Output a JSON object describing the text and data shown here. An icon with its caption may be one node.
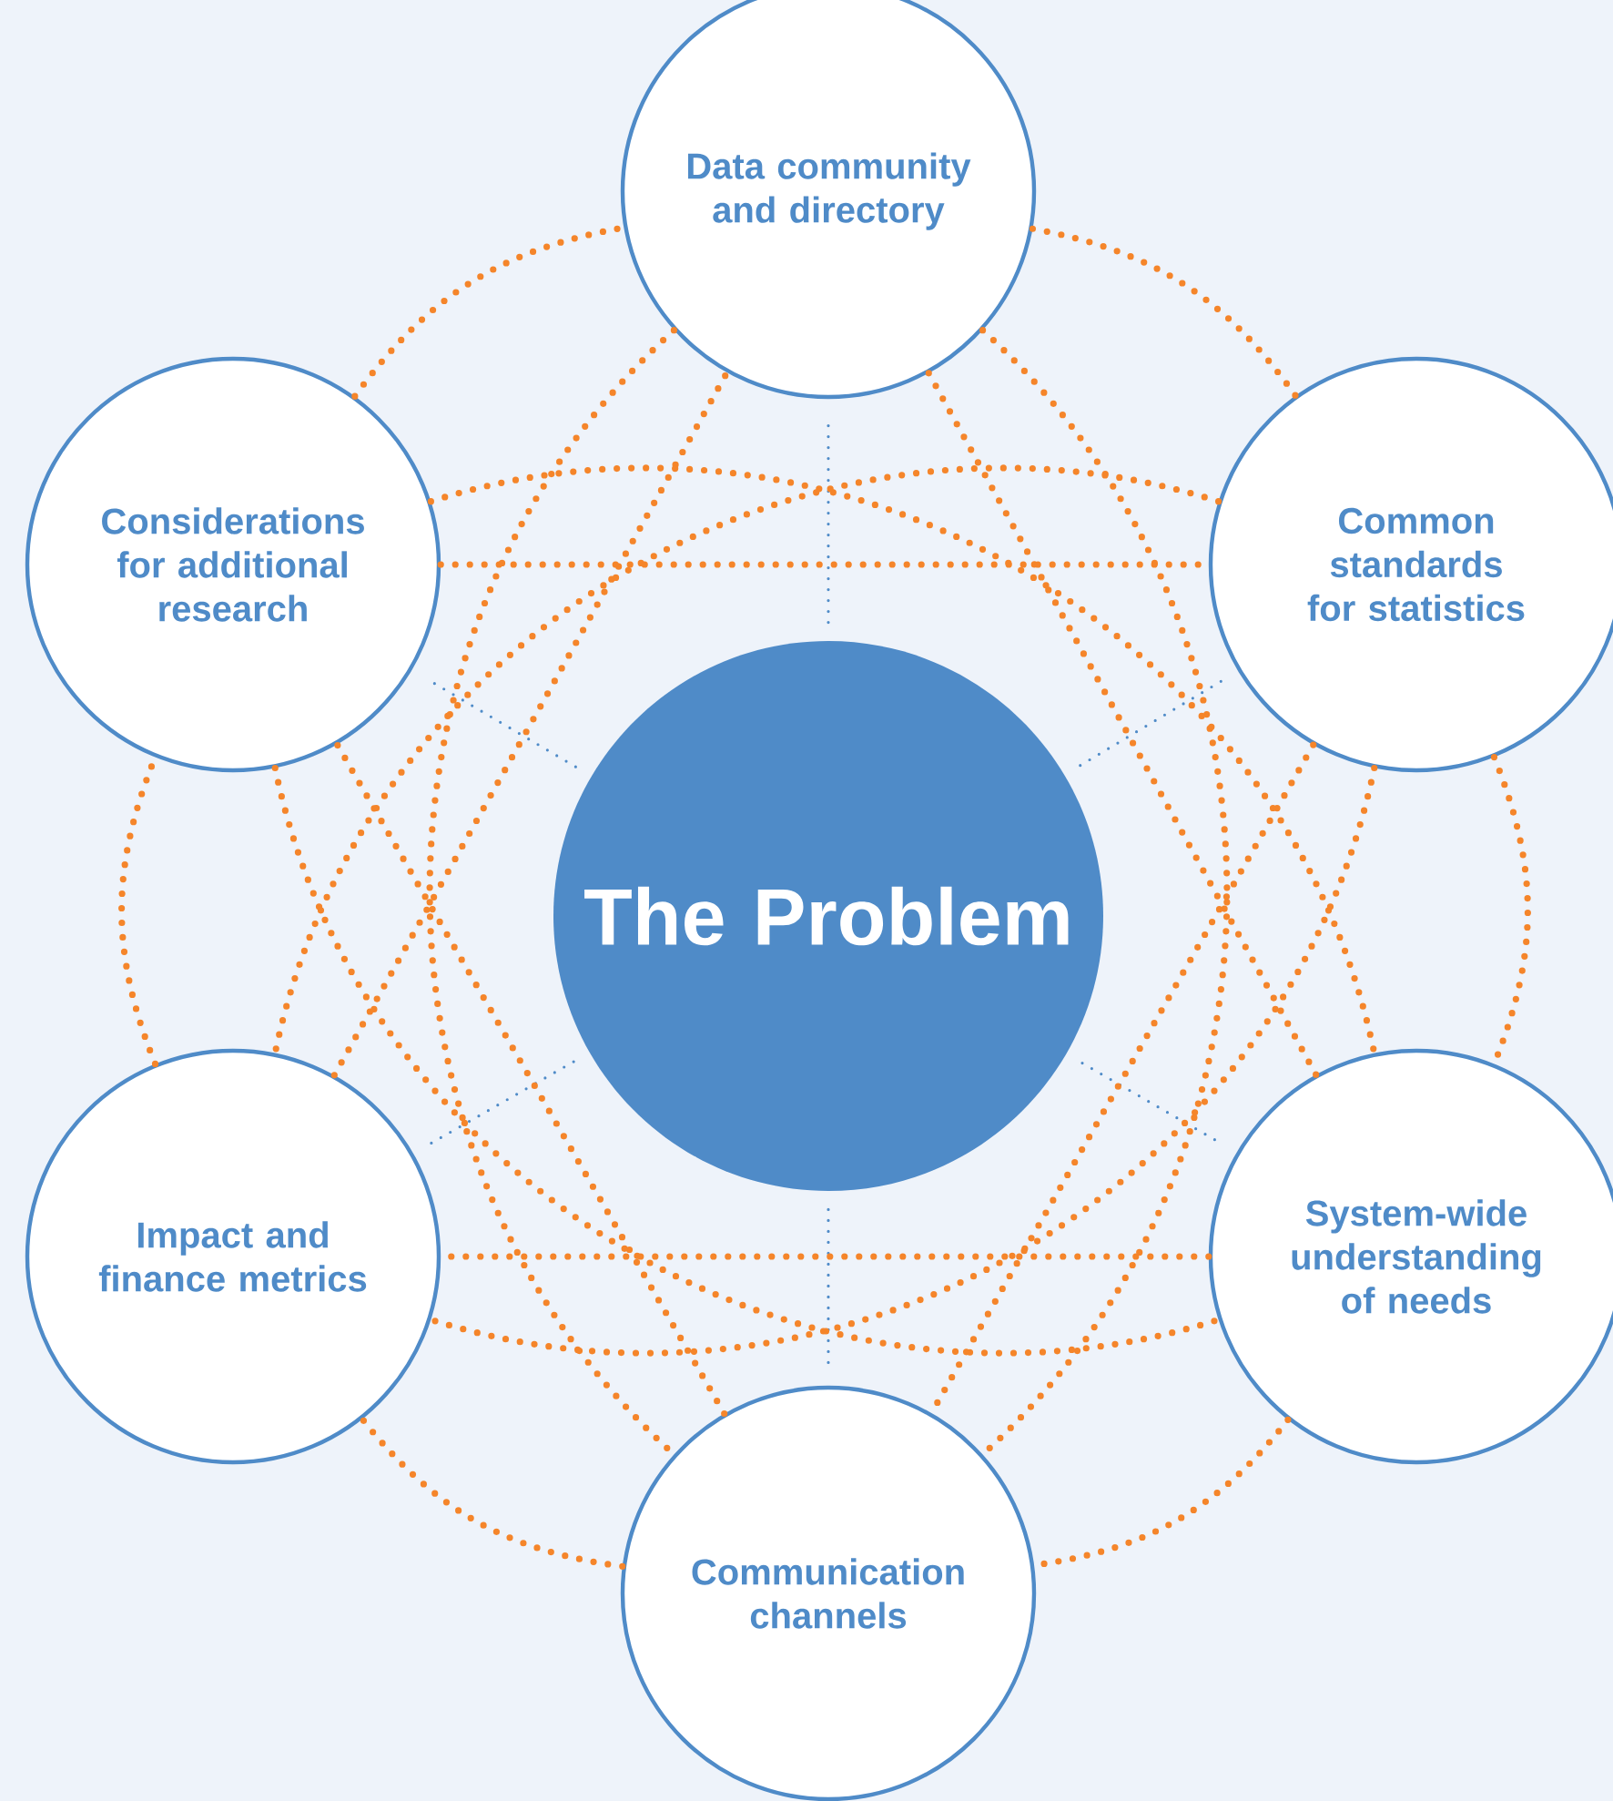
{
  "diagram": {
    "nodes": [
      {
        "text": [
          "Data community and directory"
        ]
      },
      {
        "text": [
          "Considerations for additional research"
        ]
      },
      {
        "text": [
          "Common standards for statistics"
        ]
      },
      {
        "text": [
          "The Problem"
        ]
      },
      {
        "text": [
          "Impact and finance metrics"
        ]
      },
      {
        "text": [
          "System-wide understanding of needs"
        ]
      },
      {
        "text": [
          "Communication channels"
        ]
      }
    ],
    "edges": [
      {
        "from": 3,
        "to": 0,
        "arrow": "none",
        "style": "dashed",
        "color": "#4f8bc8"
      },
      {
        "from": 3,
        "to": 1,
        "arrow": "none",
        "style": "dashed",
        "color": "#4f8bc8"
      },
      {
        "from": 3,
        "to": 2,
        "arrow": "none",
        "style": "dashed",
        "color": "#4f8bc8"
      },
      {
        "from": 3,
        "to": 4,
        "arrow": "none",
        "style": "dashed",
        "color": "#4f8bc8"
      },
      {
        "from": 3,
        "to": 5,
        "arrow": "none",
        "style": "dashed",
        "color": "#4f8bc8"
      },
      {
        "from": 3,
        "to": 6,
        "arrow": "none",
        "style": "dashed",
        "color": "#4f8bc8"
      },
      {
        "from": 0,
        "to": 2,
        "arrow": "none"
      },
      {
        "from": 2,
        "to": 5,
        "arrow": "none"
      },
      {
        "from": 5,
        "to": 6,
        "arrow": "none"
      },
      {
        "from": 6,
        "to": 4,
        "arrow": "none"
      },
      {
        "from": 4,
        "to": 1,
        "arrow": "none"
      },
      {
        "from": 1,
        "to": 0,
        "arrow": "none"
      },
      {
        "from": 0,
        "to": 5,
        "arrow": "none"
      },
      {
        "from": 2,
        "to": 6,
        "arrow": "none"
      },
      {
        "from": 5,
        "to": 4,
        "arrow": "none"
      },
      {
        "from": 6,
        "to": 1,
        "arrow": "none"
      },
      {
        "from": 4,
        "to": 0,
        "arrow": "none"
      },
      {
        "from": 1,
        "to": 2,
        "arrow": "none"
      },
      {
        "from": 0,
        "to": 6,
        "arrow": "none"
      },
      {
        "from": 0,
        "to": 6,
        "arrow": "none"
      },
      {
        "from": 1,
        "to": 5,
        "arrow": "none"
      },
      {
        "from": 1,
        "to": 5,
        "arrow": "none"
      },
      {
        "from": 2,
        "to": 4,
        "arrow": "none"
      },
      {
        "from": 2,
        "to": 4,
        "arrow": "none"
      }
    ]
  }
}
